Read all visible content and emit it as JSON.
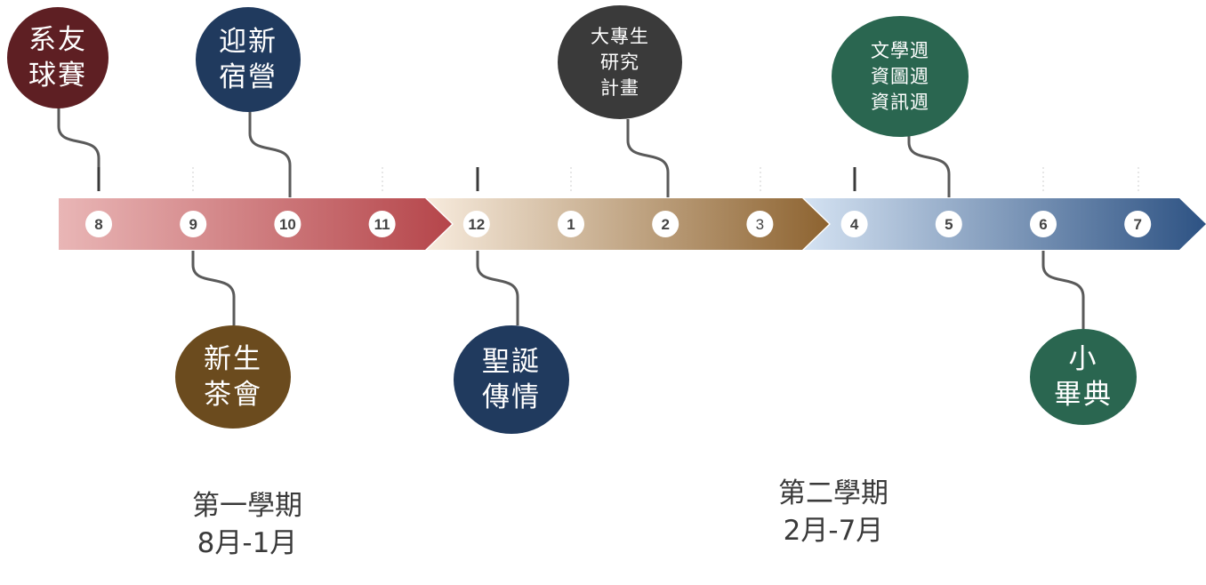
{
  "months": [
    "8",
    "9",
    "10",
    "11",
    "12",
    "1",
    "2",
    "3",
    "4",
    "5",
    "6",
    "7"
  ],
  "colors": {
    "sem1_start": "#e9b6b6",
    "sem1_end": "#b5454a",
    "winter_start": "#f7ebdd",
    "winter_end": "#8d6330",
    "sem2_start": "#d4e2f2",
    "sem2_end": "#2d5283",
    "connector": "#5a5a5a"
  },
  "events": [
    {
      "id": "alumni-games",
      "lines": [
        "系友",
        "球賽"
      ],
      "color": "#5e1f23"
    },
    {
      "id": "orientation-camp",
      "lines": [
        "迎新",
        "宿營"
      ],
      "color": "#203a5e"
    },
    {
      "id": "freshman-tea",
      "lines": [
        "新生",
        "茶會"
      ],
      "color": "#6b4b1e"
    },
    {
      "id": "christmas",
      "lines": [
        "聖誕",
        "傳情"
      ],
      "color": "#203a5e"
    },
    {
      "id": "research-project",
      "lines": [
        "大專生",
        "研究",
        "計畫"
      ],
      "color": "#3a3a3a"
    },
    {
      "id": "weeks",
      "lines": [
        "文學週",
        "資圖週",
        "資訊週"
      ],
      "color": "#2a6650"
    },
    {
      "id": "graduation",
      "lines": [
        "小",
        "畢典"
      ],
      "color": "#2a6650"
    }
  ],
  "semesters": [
    {
      "name": "第一學期",
      "range": "8月-1月"
    },
    {
      "name": "第二學期",
      "range": "2月-7月"
    }
  ]
}
